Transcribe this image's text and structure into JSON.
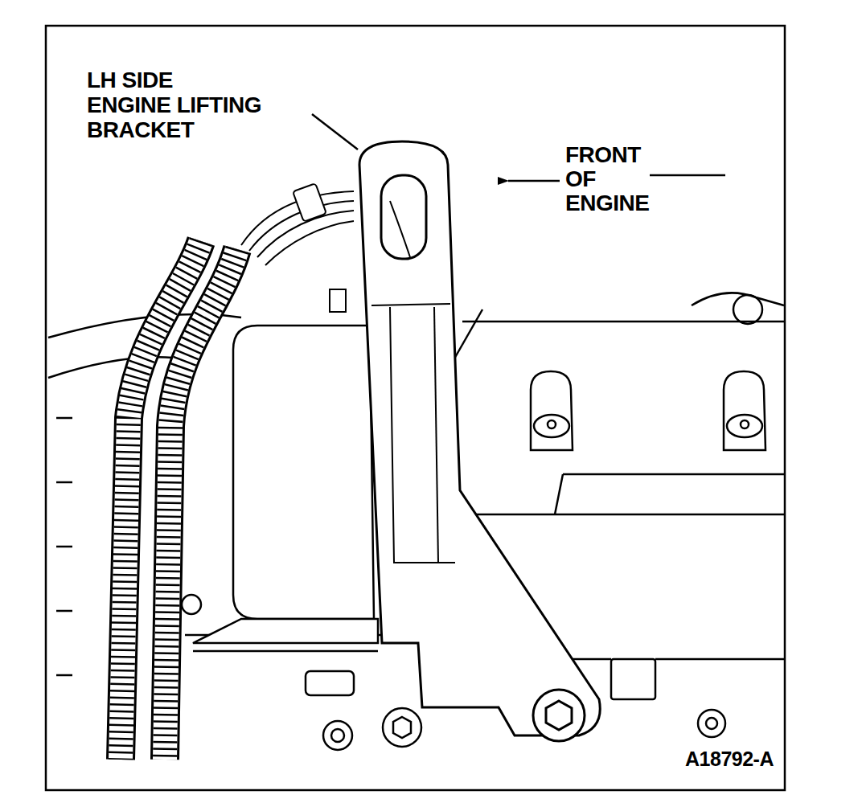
{
  "diagram": {
    "labels": [
      "LH SIDE ENGINE LIFTING BRACKET",
      "FRONT OF ENGINE",
      "A18792-A"
    ]
  }
}
